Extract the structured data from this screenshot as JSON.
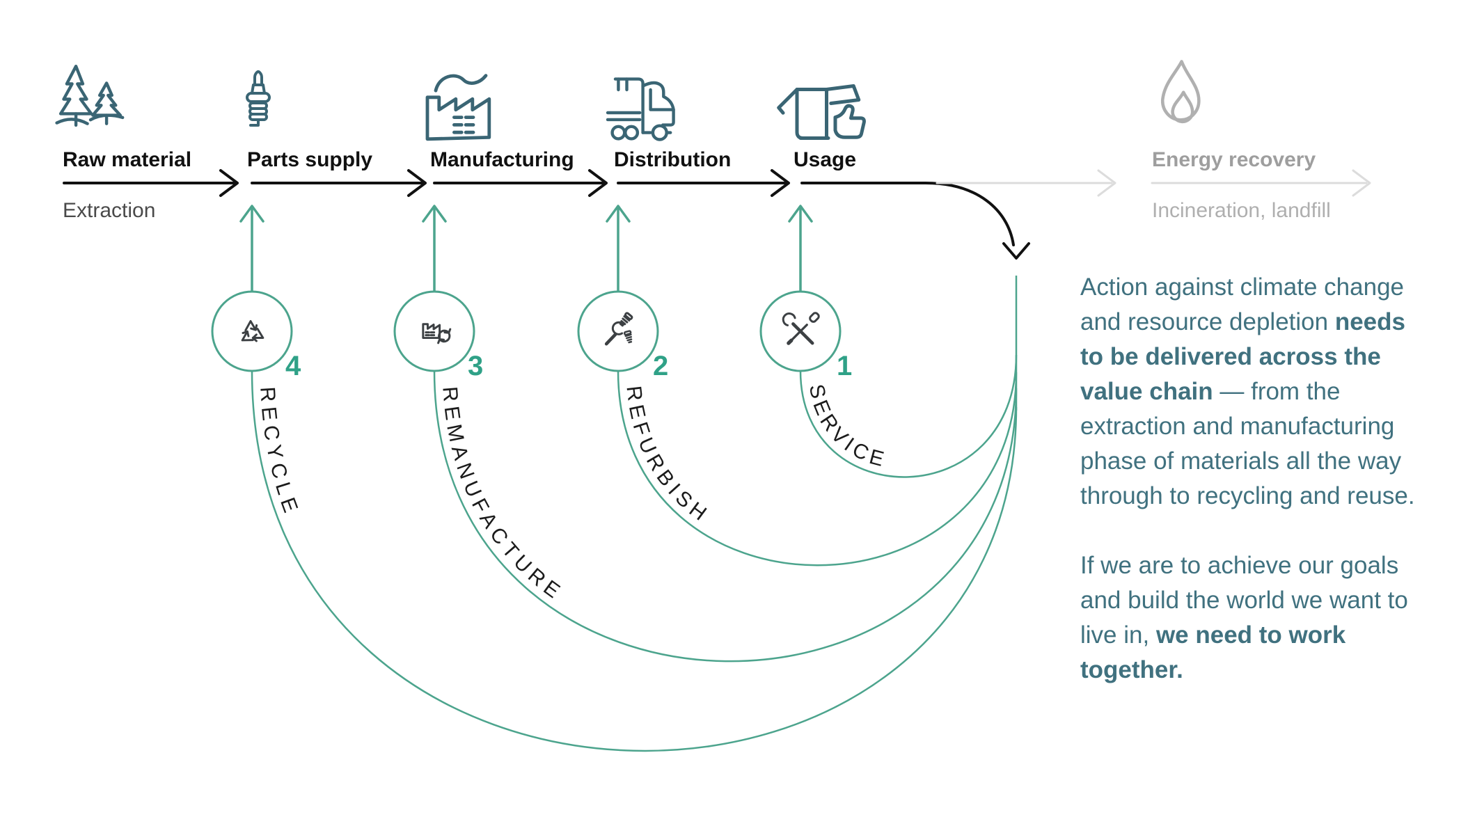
{
  "colors": {
    "flow-black": "#111111",
    "icon-teal": "#3a6574",
    "green": "#4ca48d",
    "number-green": "#2fa187",
    "curve-label": "#1b1b1b",
    "body-teal": "#40717f",
    "muted-label": "#9e9e9e",
    "muted-sub": "#afafaf",
    "muted-arrow": "#dcdcdc",
    "muted-flame": "#b0b0b0",
    "sub-gray": "#4a4a4a",
    "circle-icon-gray": "#3c4043"
  },
  "flow": {
    "stages": [
      {
        "label": "Raw material",
        "sublabel": "Extraction",
        "icon": "pine-trees-icon"
      },
      {
        "label": "Parts supply",
        "icon": "spark-plug-icon"
      },
      {
        "label": "Manufacturing",
        "icon": "factory-icon"
      },
      {
        "label": "Distribution",
        "icon": "truck-icon"
      },
      {
        "label": "Usage",
        "icon": "box-thumbs-up-icon"
      },
      {
        "label": "Energy recovery",
        "sublabel": "Incineration, landfill",
        "icon": "flame-icon"
      }
    ]
  },
  "loops": [
    {
      "number": "1",
      "label": "SERVICE",
      "icon": "crossed-tools-icon"
    },
    {
      "number": "2",
      "label": "REFURBISH",
      "icon": "wrench-screws-icon"
    },
    {
      "number": "3",
      "label": "REMANUFACTURE",
      "icon": "factory-refresh-icon"
    },
    {
      "number": "4",
      "label": "RECYCLE",
      "icon": "recycle-arrows-icon"
    }
  ],
  "aside": {
    "p1_normal1": "Action against climate change and resource depletion ",
    "p1_bold": "needs to be delivered across the value chain",
    "p1_normal2": " — from the extraction and manufacturing phase of materials all the way through to recycling and reuse.",
    "p2_normal": "If we are to achieve our goals and build the world we want to live in, ",
    "p2_bold": "we need to work together."
  }
}
